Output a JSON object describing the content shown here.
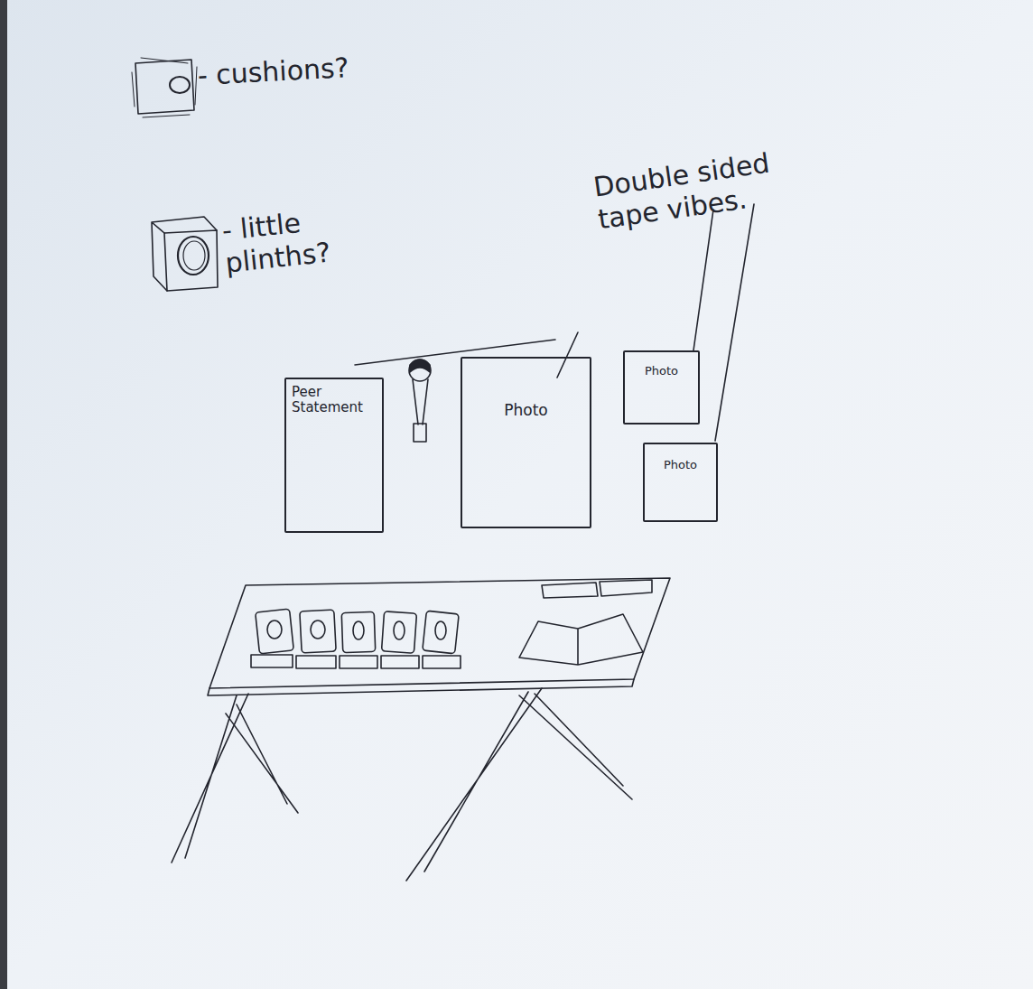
{
  "diagram": {
    "nodes": [
      {
        "text": [
          "Peer Statement"
        ]
      },
      {
        "text": [
          "Photo"
        ]
      },
      {
        "text": [
          "Photo"
        ]
      },
      {
        "text": [
          "Photo"
        ]
      }
    ],
    "labels": [
      "- cushions?",
      "- little plinths?",
      "Double sided tape vibes."
    ]
  }
}
